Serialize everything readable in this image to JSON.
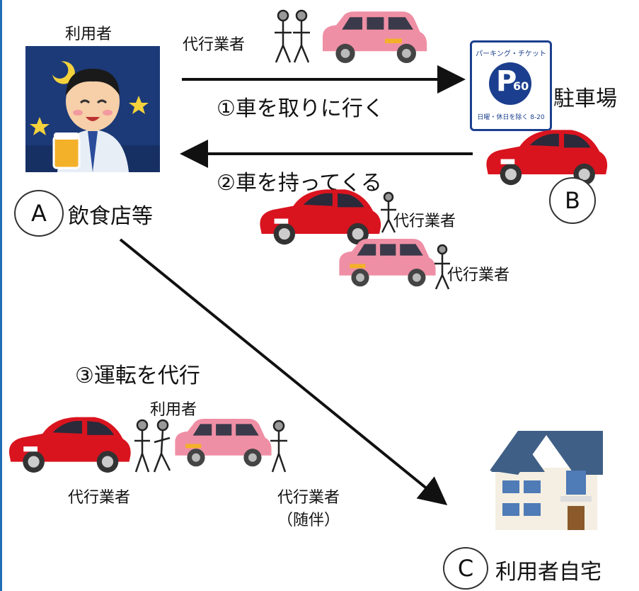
{
  "labels": {
    "user_top": "利用者",
    "agent_top": "代行業者",
    "step1": "①車を取りに行く",
    "parking": "駐車場",
    "step2": "②車を持ってくる",
    "agent_mid1": "代行業者",
    "agent_mid2": "代行業者",
    "restaurant": "飲食店等",
    "step3": "③運転を代行",
    "user_mid": "利用者",
    "agent_bottom_left": "代行業者",
    "agent_bottom_right": "代行業者",
    "accompany": "（随伴）",
    "home": "利用者自宅"
  },
  "markers": {
    "a": "A",
    "b": "B",
    "c": "C"
  },
  "parking_sign": {
    "top": "パーキング・チケット",
    "letter": "P",
    "number": "60",
    "bottom": "日曜・休日を除く 8-20"
  },
  "colors": {
    "red_car": "#d9141f",
    "pink_car": "#ef8fa5",
    "sign_blue": "#1b3f8e",
    "night_sky": "#1c3a78",
    "roof": "#3f5f86",
    "accent_edge": "#1f6fb5"
  }
}
